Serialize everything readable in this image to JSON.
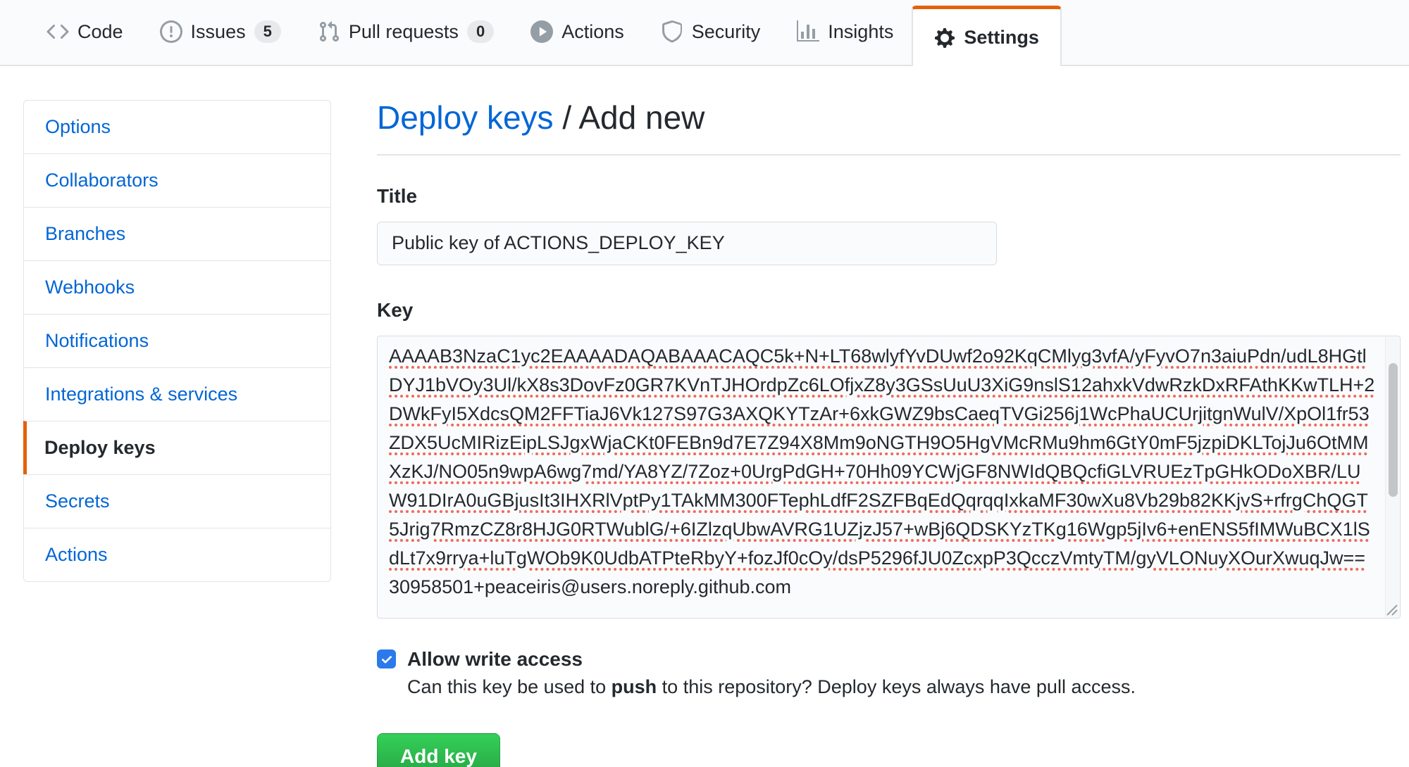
{
  "nav": {
    "tabs": [
      {
        "label": "Code"
      },
      {
        "label": "Issues",
        "count": "5"
      },
      {
        "label": "Pull requests",
        "count": "0"
      },
      {
        "label": "Actions"
      },
      {
        "label": "Security"
      },
      {
        "label": "Insights"
      },
      {
        "label": "Settings",
        "selected": true
      }
    ]
  },
  "sidebar": {
    "items": [
      {
        "label": "Options"
      },
      {
        "label": "Collaborators"
      },
      {
        "label": "Branches"
      },
      {
        "label": "Webhooks"
      },
      {
        "label": "Notifications"
      },
      {
        "label": "Integrations & services"
      },
      {
        "label": "Deploy keys",
        "selected": true
      },
      {
        "label": "Secrets"
      },
      {
        "label": "Actions"
      }
    ]
  },
  "main": {
    "breadcrumb": {
      "parent": "Deploy keys",
      "separator": " / ",
      "current": "Add new"
    },
    "title_field": {
      "label": "Title",
      "value": "Public key of ACTIONS_DEPLOY_KEY"
    },
    "key_field": {
      "label": "Key",
      "value_body": "AAAAB3NzaC1yc2EAAAADAQABAAACAQC5k+N+LT68wlyfYvDUwf2o92KqCMlyg3vfA/yFyvO7n3aiuPdn/udL8HGtlDYJ1bVOy3Ul/kX8s3DovFz0GR7KVnTJHOrdpZc6LOfjxZ8y3GSsUuU3XiG9nslS12ahxkVdwRzkDxRFAthKKwTLH+2DWkFyI5XdcsQM2FFTiaJ6Vk127S97G3AXQKYTzAr+6xkGWZ9bsCaeqTVGi256j1WcPhaUCUrjitgnWulV/XpOl1fr53ZDX5UcMIRizEipLSJgxWjaCKt0FEBn9d7E7Z94X8Mm9oNGTH9O5HgVMcRMu9hm6GtY0mF5jzpiDKLTojJu6OtMMXzKJ/NO05n9wpA6wg7md/YA8YZ/7Zoz+0UrgPdGH+70Hh09YCWjGF8NWIdQBQcfiGLVRUEzTpGHkODoXBR/LUW91DIrA0uGBjusIt3IHXRlVptPy1TAkMM300FTephLdfF2SZFBqEdQqrqqIxkaMF30wXu8Vb29b82KKjvS+rfrgChQGT5Jrig7RmzCZ8r8HJG0RTWublG/+6IZlzqUbwAVRG1UZjzJ57+wBj6QDSKYzTKg16Wgp5jIv6+enENS5fIMWuBCX1lSdLt7x9rrya+luTgWOb9K0UdbATPteRbyY+fozJf0cOy/dsP5296fJU0ZcxpP3QcczVmtyTM/gyVLONuyXOurXwuqJw==",
      "value_suffix": " 30958501+peaceiris@users.noreply.github.com"
    },
    "write_access": {
      "label": "Allow write access",
      "checked": true,
      "description_prefix": "Can this key be used to ",
      "description_bold": "push",
      "description_suffix": " to this repository? Deploy keys always have pull access."
    },
    "submit_label": "Add key"
  },
  "colors": {
    "accent_orange": "#e36209",
    "link_blue": "#0366d6",
    "button_green": "#28a745",
    "checkbox_blue": "#2a7aeb",
    "spellcheck_red": "#ee6a5b"
  }
}
